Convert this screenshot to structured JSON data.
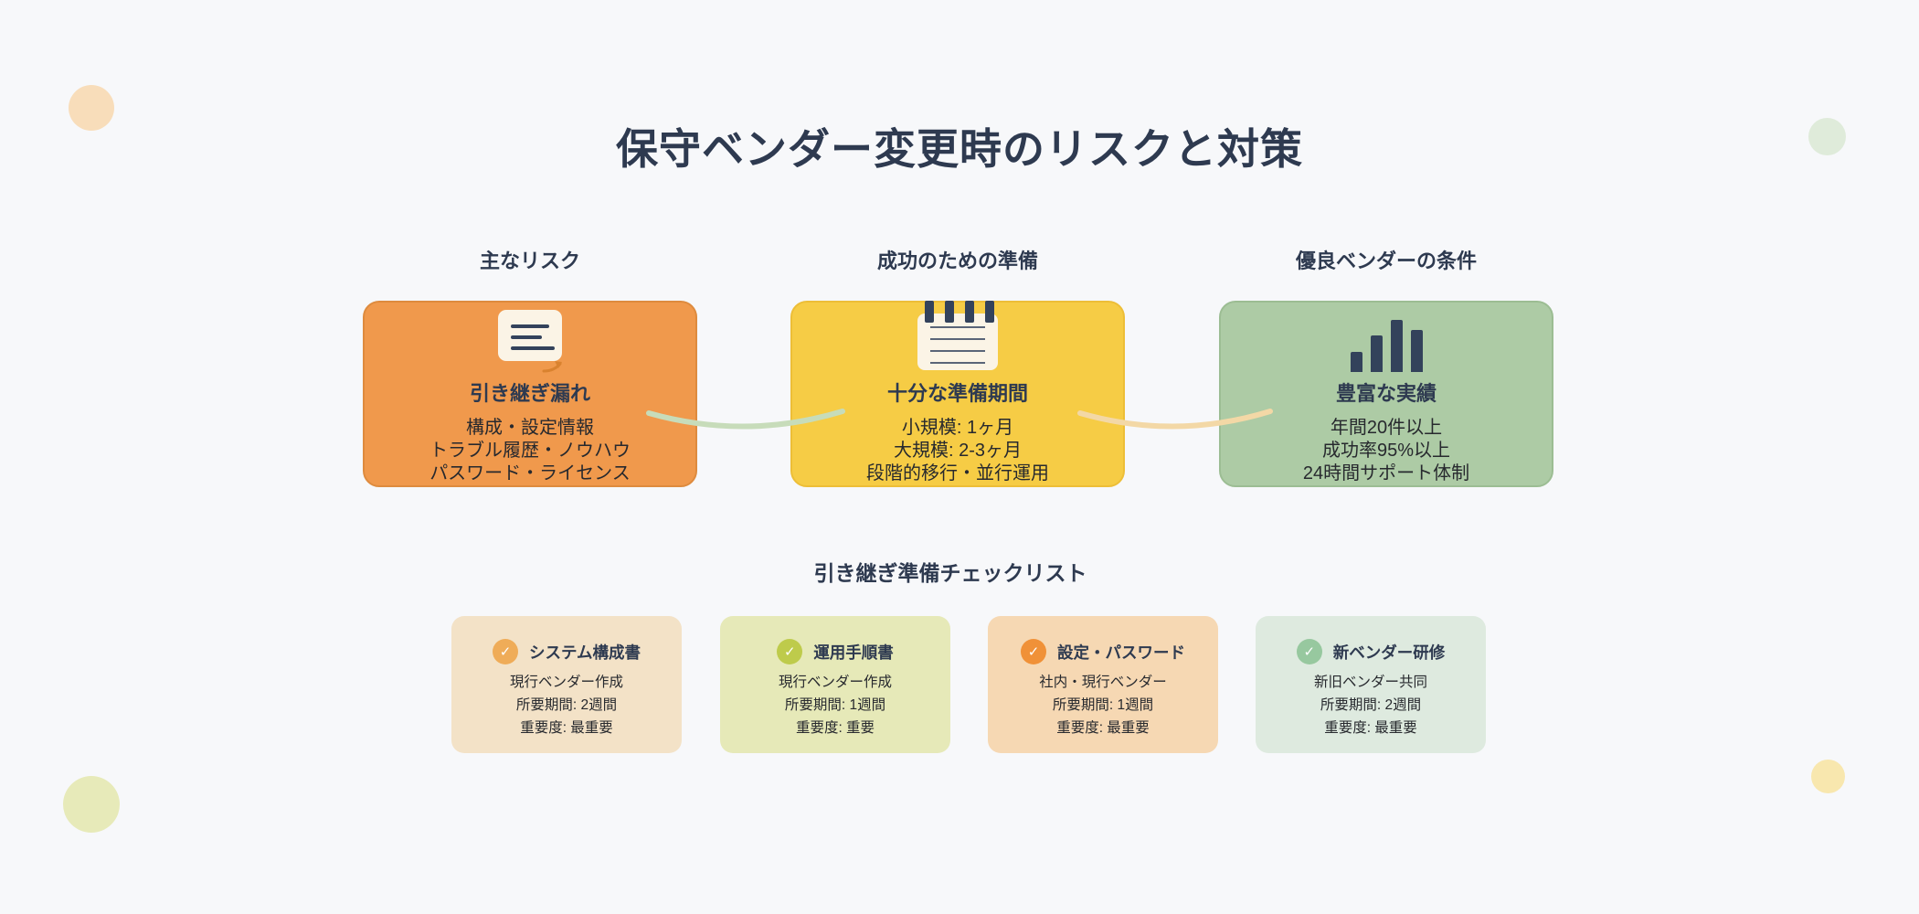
{
  "title": "保守ベンダー変更時のリスクと対策",
  "colors": {
    "bg": "#F7F8FA",
    "ink": "#2E3A50",
    "body": "#27292E",
    "cream": "#FBF4E6",
    "icon_ink": "#33425B",
    "connector_green": "#C7DCBA",
    "connector_tan": "#F3D8A6",
    "doc_arrow": "#D9822F",
    "dot_tl": "#F8DDBA",
    "dot_tr": "#DFEBDA",
    "dot_bl": "#E7EAB9",
    "dot_br": "#F8E7AE"
  },
  "flow": {
    "columns": [
      {
        "label": "主なリスク",
        "icon": "document-icon",
        "fill": "#F0994C",
        "border": "#DE8B3E",
        "card_title": "引き継ぎ漏れ",
        "lines": [
          "構成・設定情報",
          "トラブル履歴・ノウハウ",
          "パスワード・ライセンス"
        ]
      },
      {
        "label": "成功のための準備",
        "icon": "notepad-icon",
        "fill": "#F6CC45",
        "border": "#EDBE37",
        "card_title": "十分な準備期間",
        "lines": [
          "小規模: 1ヶ月",
          "大規模: 2-3ヶ月",
          "段階的移行・並行運用"
        ]
      },
      {
        "label": "優良ベンダーの条件",
        "icon": "bar-chart-icon",
        "fill": "#ADCBA5",
        "border": "#9CBD93",
        "card_title": "豊富な実績",
        "lines": [
          "年間20件以上",
          "成功率95%以上",
          "24時間サポート体制"
        ]
      }
    ]
  },
  "checklist": {
    "heading": "引き継ぎ準備チェックリスト",
    "check_glyph": "✓",
    "items": [
      {
        "title": "システム構成書",
        "bg": "#F3E2C7",
        "check_color": "#EFAC58",
        "lines": [
          "現行ベンダー作成",
          "所要期間: 2週間",
          "重要度: 最重要"
        ]
      },
      {
        "title": "運用手順書",
        "bg": "#E6E9B8",
        "check_color": "#BECB4B",
        "lines": [
          "現行ベンダー作成",
          "所要期間: 1週間",
          "重要度: 重要"
        ]
      },
      {
        "title": "設定・パスワード",
        "bg": "#F6D8B3",
        "check_color": "#F09138",
        "lines": [
          "社内・現行ベンダー",
          "所要期間: 1週間",
          "重要度: 最重要"
        ]
      },
      {
        "title": "新ベンダー研修",
        "bg": "#DEEADF",
        "check_color": "#97C89F",
        "lines": [
          "新旧ベンダー共同",
          "所要期間: 2週間",
          "重要度: 最重要"
        ]
      }
    ]
  }
}
